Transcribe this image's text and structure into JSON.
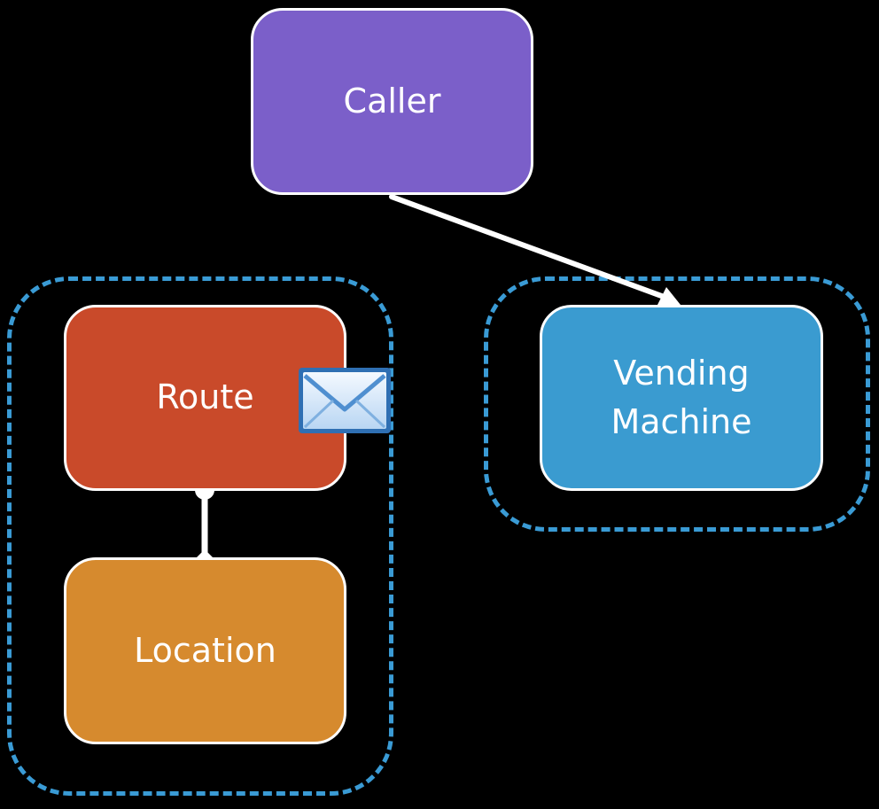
{
  "diagram": {
    "nodes": {
      "caller": {
        "label": "Caller",
        "color": "#7b5fc9"
      },
      "route": {
        "label": "Route",
        "color": "#c94a2a"
      },
      "location": {
        "label": "Location",
        "color": "#d68a2e"
      },
      "vending": {
        "label": "Vending\nMachine",
        "color": "#3a9bd0"
      }
    },
    "boundary_color": "#3a9bd5",
    "edges": [
      {
        "from": "caller",
        "to": "vending",
        "style": "arrow"
      },
      {
        "from": "route",
        "to": "location",
        "style": "composition"
      }
    ],
    "icons": {
      "message": "envelope-icon"
    }
  }
}
